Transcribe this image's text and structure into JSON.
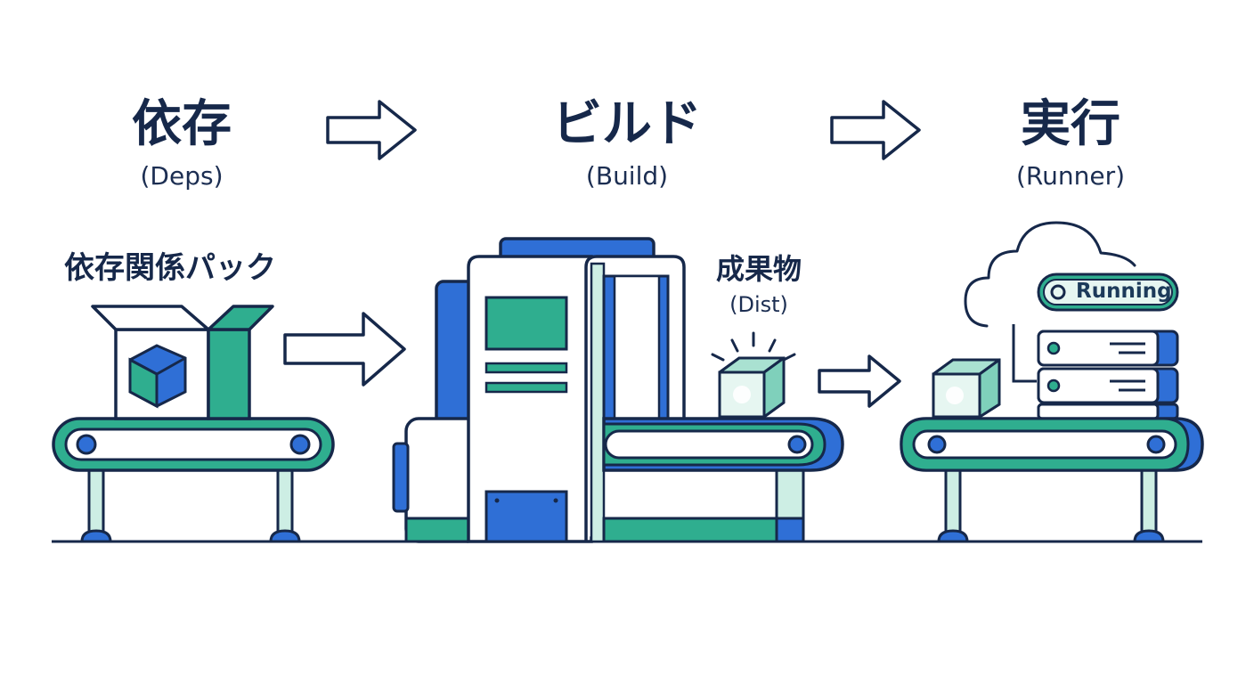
{
  "stages": [
    {
      "title": "依存",
      "subtitle": "(Deps)"
    },
    {
      "title": "ビルド",
      "subtitle": "(Build)"
    },
    {
      "title": "実行",
      "subtitle": "(Runner)"
    }
  ],
  "labels": {
    "deps_package": "依存関係パック",
    "artifact": "成果物",
    "artifact_sub": "(Dist)",
    "status": "Running"
  },
  "colors": {
    "navy": "#16284a",
    "blue": "#2f6fd6",
    "teal": "#2fae8f",
    "light_teal": "#cdeee4",
    "pale_teal": "#e6f6f1"
  }
}
